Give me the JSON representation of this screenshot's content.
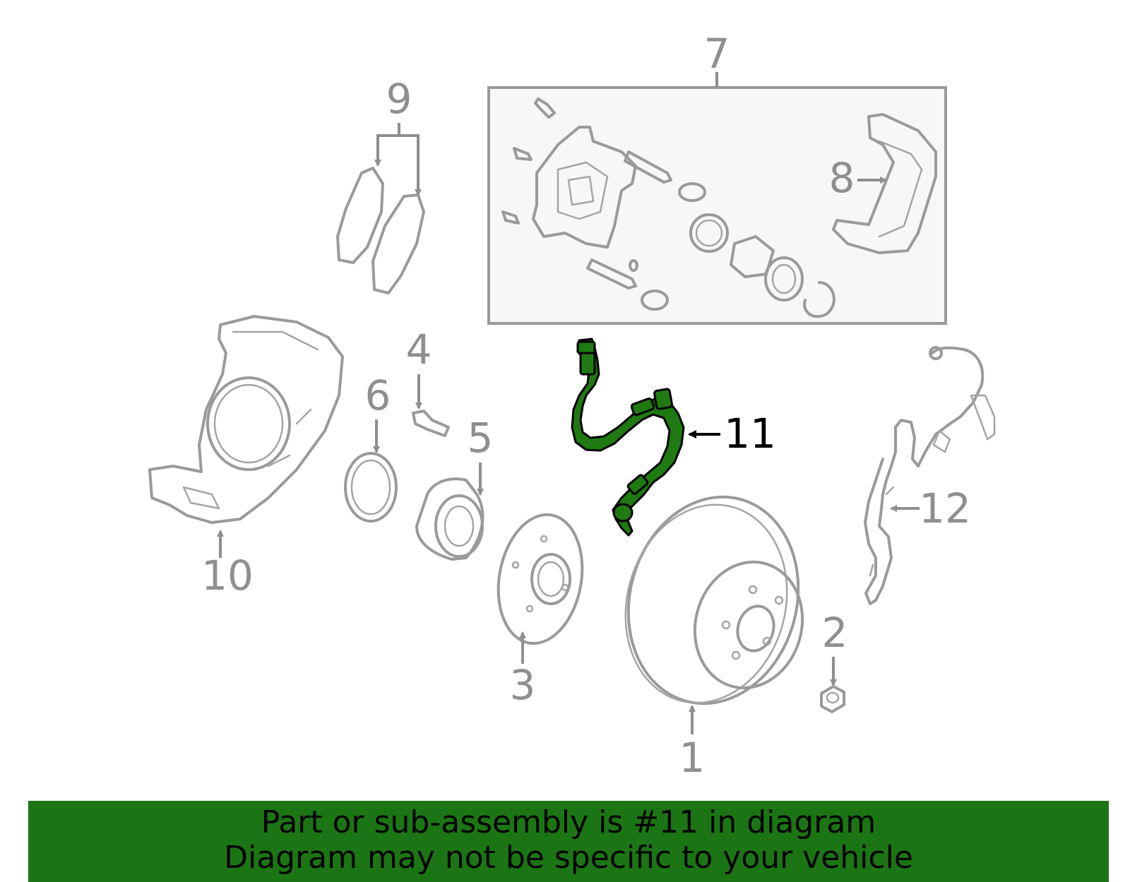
{
  "diagram": {
    "highlighted_part": "11",
    "highlight_color": "#1c7514",
    "callouts": {
      "c1": "1",
      "c2": "2",
      "c3": "3",
      "c4": "4",
      "c5": "5",
      "c6": "6",
      "c7": "7",
      "c8": "8",
      "c9": "9",
      "c10": "10",
      "c11": "11",
      "c12": "12"
    }
  },
  "banner": {
    "line1": "Part or sub-assembly is #11 in diagram",
    "line2": "Diagram may not be specific to your vehicle",
    "background": "#1c7514"
  }
}
